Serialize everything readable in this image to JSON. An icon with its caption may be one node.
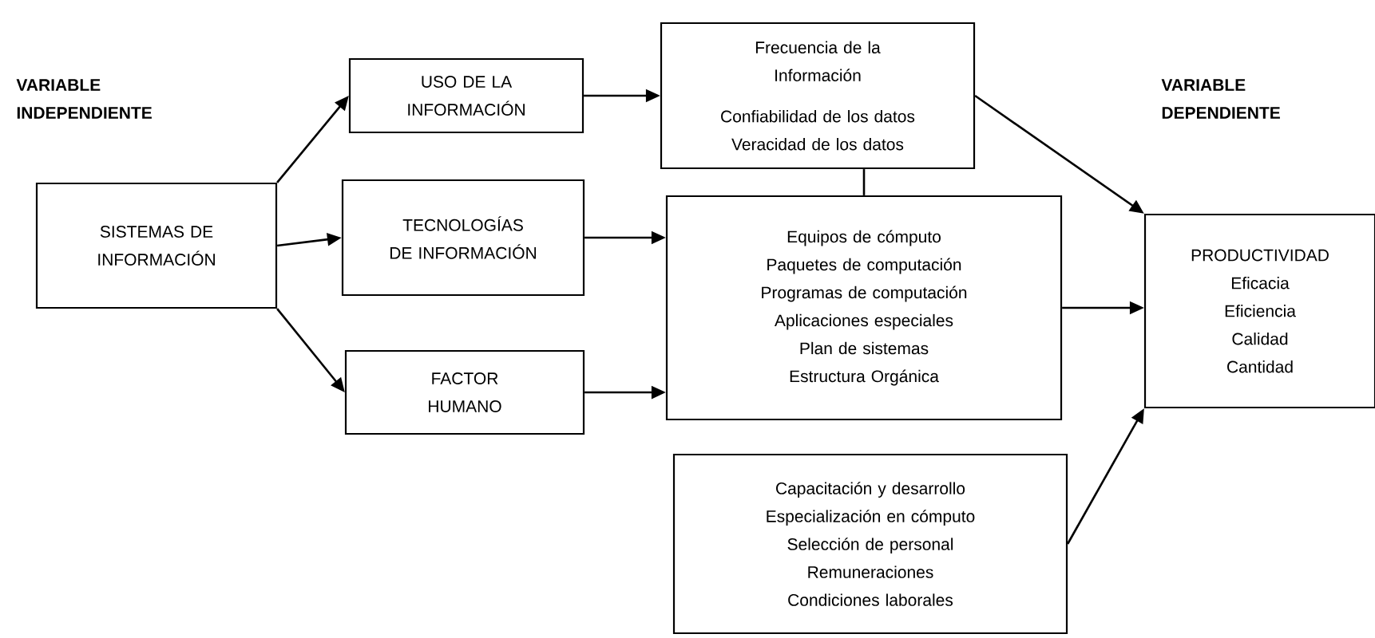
{
  "diagram": {
    "nodes": [
      {
        "text": [
          "SISTEMAS DE INFORMACIÓN"
        ]
      },
      {
        "text": [
          "USO DE LA INFORMACIÓN"
        ]
      },
      {
        "text": [
          "TECNOLOGÍAS DE INFORMACIÓN"
        ]
      },
      {
        "text": [
          "FACTOR HUMANO"
        ]
      },
      {
        "text": [
          "Frecuencia de la Información",
          "Confiabilidad de los datos",
          "Veracidad de los datos"
        ]
      },
      {
        "text": [
          "Equipos de cómputo",
          "Paquetes de computación",
          "Programas de computación",
          "Aplicaciones especiales",
          "Plan de sistemas",
          "Estructura Orgánica"
        ]
      },
      {
        "text": [
          "Capacitación y desarrollo",
          "Especialización en cómputo",
          "Selección de personal",
          "Remuneraciones",
          "Condiciones laborales"
        ]
      },
      {
        "text": [
          "PRODUCTIVIDAD",
          "Eficacia",
          "Eficiencia",
          "Calidad",
          "Cantidad"
        ]
      }
    ],
    "edges": [
      {
        "from": 0,
        "to": 1,
        "arrow": "to"
      },
      {
        "from": 0,
        "to": 2,
        "arrow": "to"
      },
      {
        "from": 0,
        "to": 3,
        "arrow": "to"
      },
      {
        "from": 1,
        "to": 4,
        "arrow": "to"
      },
      {
        "from": 2,
        "to": 5,
        "arrow": "to"
      },
      {
        "from": 3,
        "to": 5,
        "arrow": "to"
      },
      {
        "from": 4,
        "to": 5,
        "arrow": "none"
      },
      {
        "from": 4,
        "to": 7,
        "arrow": "to"
      },
      {
        "from": 5,
        "to": 7,
        "arrow": "to"
      },
      {
        "from": 6,
        "to": 7,
        "arrow": "to"
      }
    ],
    "labels": [
      "VARIABLE INDEPENDIENTE",
      "VARIABLE DEPENDIENTE"
    ]
  }
}
